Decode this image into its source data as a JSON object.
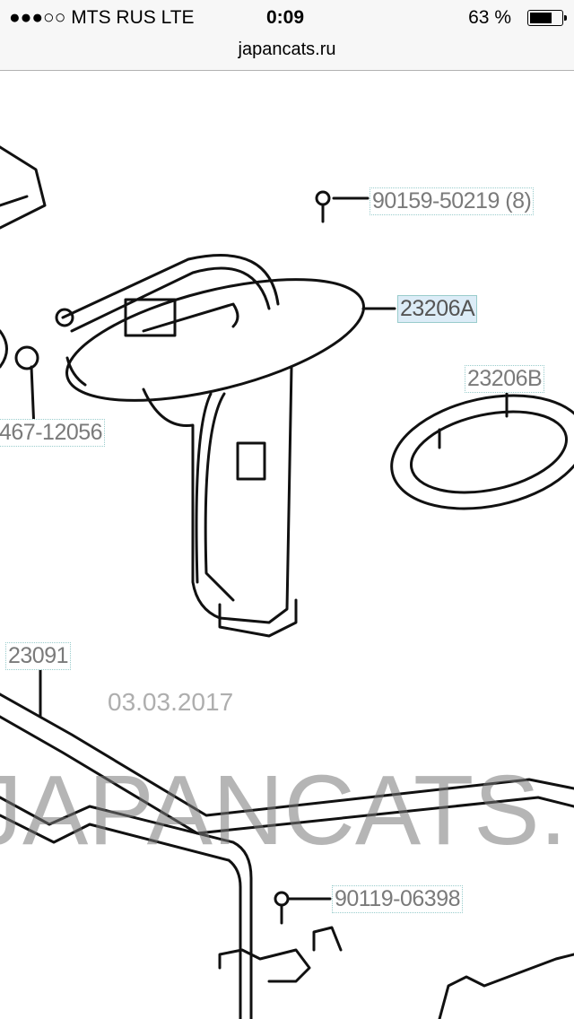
{
  "status_bar": {
    "carrier": "●●●○○ MTS RUS   LTE",
    "time": "0:09",
    "battery_percent": "63 %",
    "battery_level": 0.63
  },
  "browser": {
    "url": "japancats.ru"
  },
  "diagram": {
    "labels": [
      {
        "id": "bolt-top",
        "text": "90159-50219 (8)",
        "selected": false
      },
      {
        "id": "pump",
        "text": "23206A",
        "selected": true
      },
      {
        "id": "gasket",
        "text": "23206B",
        "selected": false
      },
      {
        "id": "clamp",
        "text": "467-12056",
        "selected": false
      },
      {
        "id": "tube",
        "text": "23091",
        "selected": false
      },
      {
        "id": "bolt-bottom",
        "text": "90119-06398",
        "selected": false
      }
    ],
    "watermark": "JAPANCATS.RU",
    "date_stamp": "03.03.2017"
  }
}
